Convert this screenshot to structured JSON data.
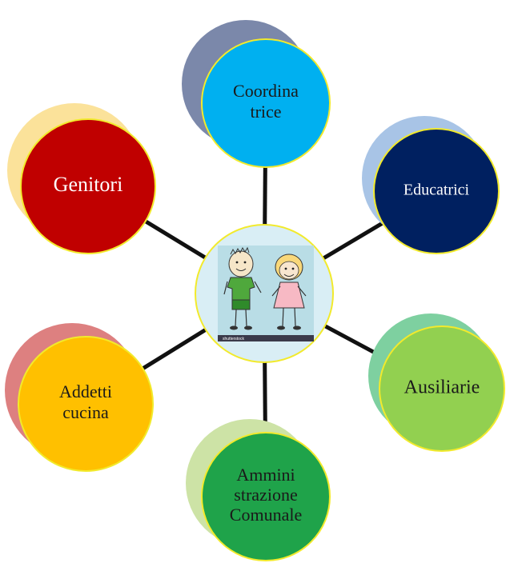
{
  "colors": {
    "connector": "#111111",
    "node_border": "#f2ea2c",
    "hub_fill": "#d9eef5",
    "hub_border": "#f2ea2c",
    "hub_picture_bg": "#b9dde6"
  },
  "hub": {
    "picture": "two-cartoon-children-icon",
    "caption": "shutterstock"
  },
  "nodes": [
    {
      "id": "coordinatrice",
      "lines": [
        "Coordina",
        "trice"
      ],
      "fill": "#00b0f0",
      "shadow": "#7b88aa",
      "text_color": "#1a1a1a"
    },
    {
      "id": "educatrici",
      "lines": [
        "Educatrici"
      ],
      "fill": "#002060",
      "shadow": "#a8c4e6",
      "text_color": "#ffffff"
    },
    {
      "id": "ausiliarie",
      "lines": [
        "Ausiliarie"
      ],
      "fill": "#92d050",
      "shadow": "#7ed0a0",
      "text_color": "#1a1a1a"
    },
    {
      "id": "amministrazione-comunale",
      "lines": [
        "Ammini",
        "strazione",
        "Comunale"
      ],
      "fill": "#1fa34a",
      "shadow": "#cde3a6",
      "text_color": "#1a1a1a"
    },
    {
      "id": "addetti-cucina",
      "lines": [
        "Addetti",
        "cucina"
      ],
      "fill": "#ffc000",
      "shadow": "#dd8080",
      "text_color": "#1a1a1a"
    },
    {
      "id": "genitori",
      "lines": [
        "Genitori"
      ],
      "fill": "#c00000",
      "shadow": "#fbe29a",
      "text_color": "#ffffff"
    }
  ]
}
